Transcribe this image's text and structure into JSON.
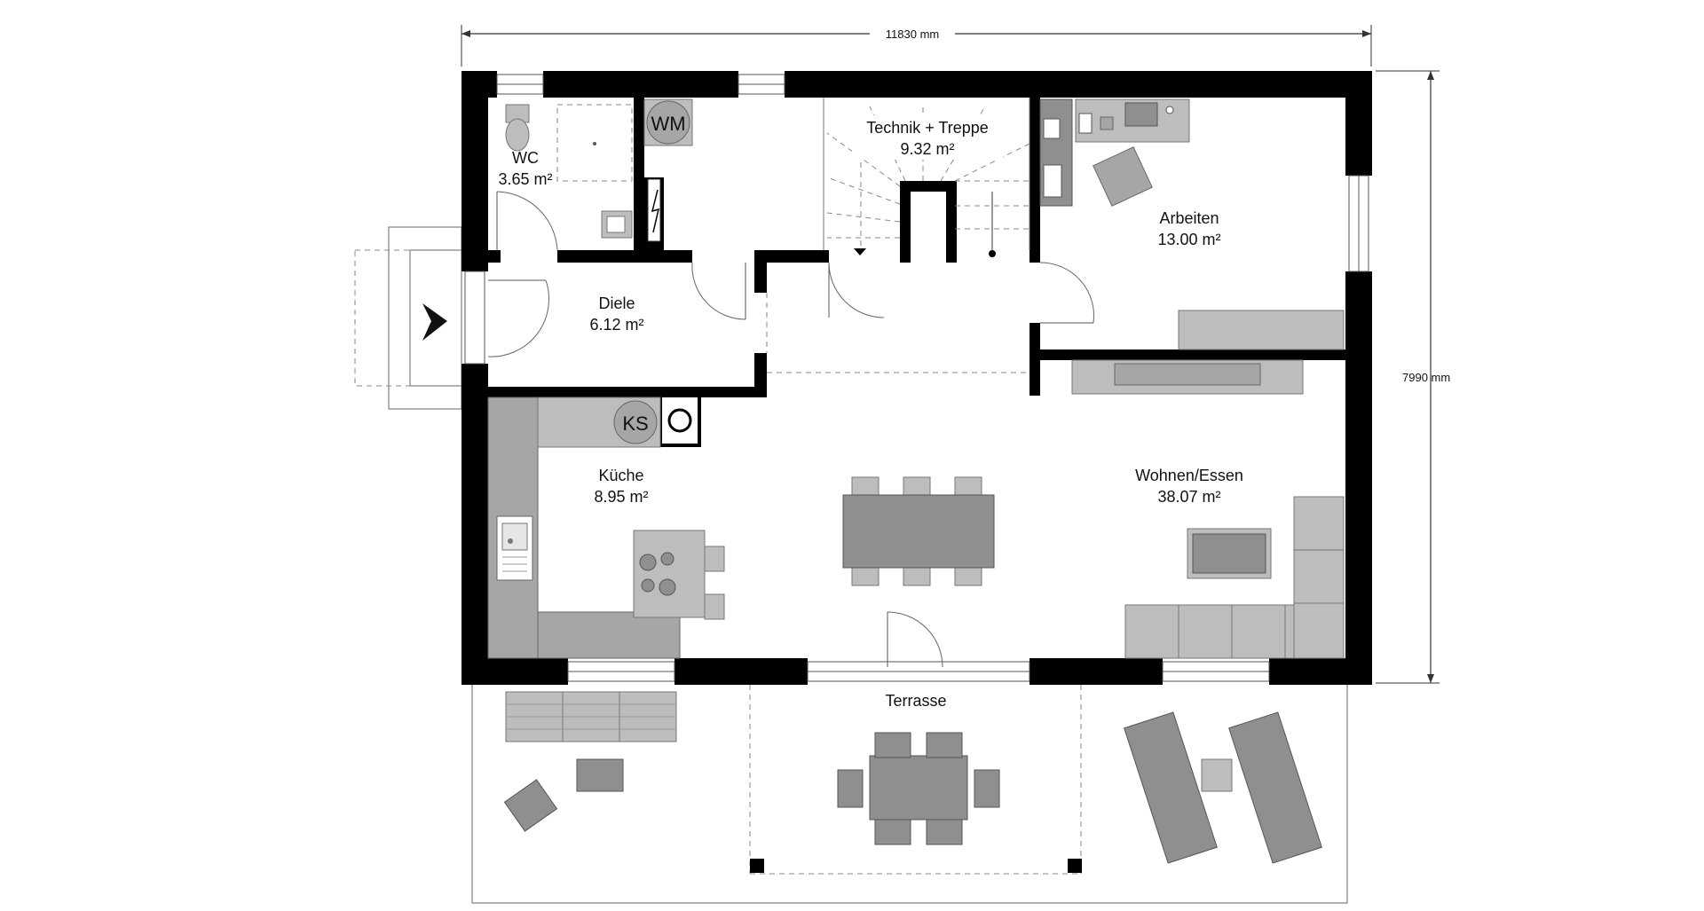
{
  "dimensions": {
    "width_label": "11830 mm",
    "height_label": "7990 mm"
  },
  "rooms": {
    "wc": {
      "name": "WC",
      "area": "3.65 m²"
    },
    "technik": {
      "name": "Technik + Treppe",
      "area": "9.32 m²"
    },
    "arbeiten": {
      "name": "Arbeiten",
      "area": "13.00 m²"
    },
    "diele": {
      "name": "Diele",
      "area": "6.12 m²"
    },
    "kueche": {
      "name": "Küche",
      "area": "8.95 m²"
    },
    "wohnen": {
      "name": "Wohnen/Essen",
      "area": "38.07 m²"
    },
    "terrasse": {
      "name": "Terrasse"
    }
  },
  "appliances": {
    "washing_machine": "WM",
    "fridge": "KS"
  },
  "colors": {
    "wall": "#000000",
    "furniture": "#bdbdbd",
    "furniture_dark": "#8f8f8f",
    "worktop": "#a6a6a6"
  }
}
